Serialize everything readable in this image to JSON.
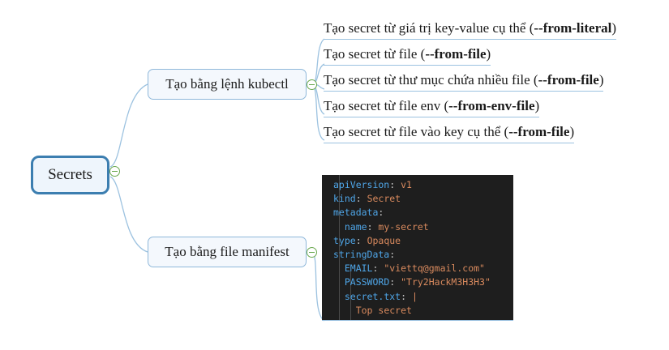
{
  "diagram": {
    "type": "mind-map",
    "root": {
      "label": "Secrets"
    },
    "branches": [
      {
        "label": "Tạo bằng lệnh kubectl"
      },
      {
        "label": "Tạo bằng file manifest"
      }
    ],
    "leaves": [
      {
        "text": "Tạo secret từ giá trị key-value cụ thể (",
        "flag": "--from-literal",
        "tail": ")"
      },
      {
        "text": "Tạo secret từ file (",
        "flag": "--from-file",
        "tail": ")"
      },
      {
        "text": "Tạo secret từ thư mục chứa nhiều file (",
        "flag": "--from-file",
        "tail": ")"
      },
      {
        "text": "Tạo secret từ file env (",
        "flag": "--from-env-file",
        "tail": ")"
      },
      {
        "text": "Tạo secret từ file vào key cụ thể (",
        "flag": "--from-file",
        "tail": ")"
      }
    ]
  },
  "code": {
    "language": "yaml",
    "lines": [
      {
        "key": "apiVersion",
        "sep": ": ",
        "value": "v1",
        "indent": 0
      },
      {
        "key": "kind",
        "sep": ": ",
        "value": "Secret",
        "indent": 0
      },
      {
        "key": "metadata",
        "sep": ":",
        "value": "",
        "indent": 0
      },
      {
        "key": "name",
        "sep": ": ",
        "value": "my-secret",
        "indent": 1
      },
      {
        "key": "type",
        "sep": ": ",
        "value": "Opaque",
        "indent": 0
      },
      {
        "key": "stringData",
        "sep": ":",
        "value": "",
        "indent": 0
      },
      {
        "key": "EMAIL",
        "sep": ": ",
        "value": "\"viettq@gmail.com\"",
        "indent": 1
      },
      {
        "key": "PASSWORD",
        "sep": ": ",
        "value": "\"Try2HackM3H3H3\"",
        "indent": 1
      },
      {
        "key": "secret.txt",
        "sep": ": ",
        "value": "|",
        "indent": 1
      },
      {
        "key": "",
        "sep": "",
        "value": "Top secret",
        "indent": 2
      }
    ]
  },
  "colors": {
    "root_border": "#3c7eb0",
    "branch_border": "#8fb8da",
    "connector": "#9cc2e0",
    "toggle": "#6aa84f",
    "code_background": "#1e1e1e",
    "code_key": "#4fa6e8",
    "code_value": "#d98a5e"
  }
}
